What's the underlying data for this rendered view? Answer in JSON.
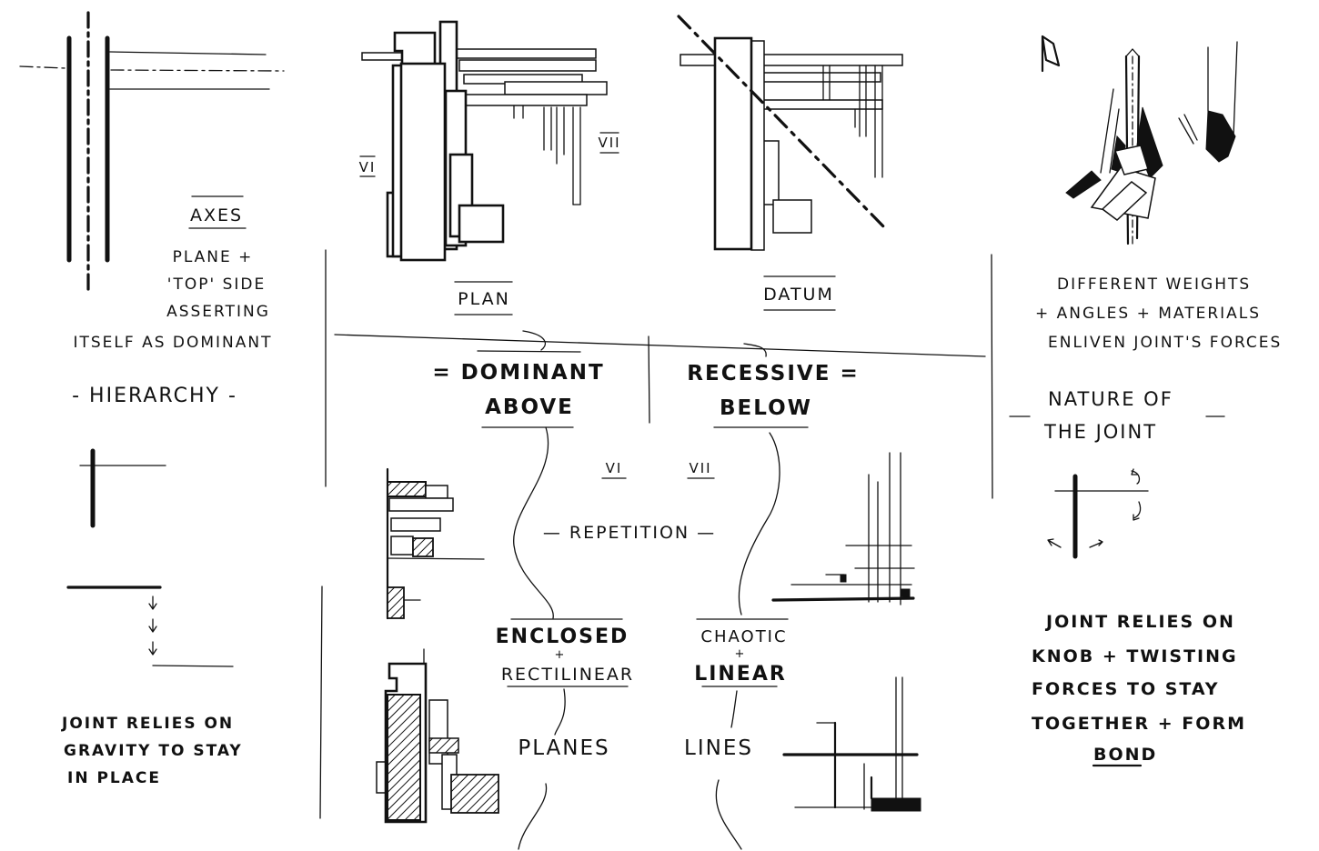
{
  "left": {
    "axes_heading": "AXES",
    "axes_lines": [
      "PLANE +",
      "'TOP' SIDE",
      "ASSERTING",
      "ITSELF AS DOMINANT"
    ],
    "hierarchy": "- HIERARCHY -",
    "gravity_lines": [
      "JOINT RELIES ON",
      "GRAVITY TO STAY",
      "IN PLACE"
    ]
  },
  "center": {
    "label_plan": "PLAN",
    "label_datum": "DATUM",
    "roman_six": "VI",
    "roman_seven": "VII",
    "dominant_lines": [
      "= DOMINANT",
      "ABOVE"
    ],
    "recessive_lines": [
      "RECESSIVE =",
      "BELOW"
    ],
    "mid_roman_six": "VI",
    "mid_roman_seven": "VII",
    "repetition": "— REPETITION —",
    "enclosed": "ENCLOSED",
    "plus_left": "+",
    "rectilinear": "RECTILINEAR",
    "chaotic": "CHAOTIC",
    "plus_right": "+",
    "linear": "LINEAR",
    "planes": "PLANES",
    "lines": "LINES"
  },
  "right": {
    "weights_lines": [
      "DIFFERENT WEIGHTS",
      "+ ANGLES + MATERIALS",
      "ENLIVEN JOINT'S FORCES"
    ],
    "nature_lines": [
      "NATURE OF",
      "THE JOINT"
    ],
    "knob_lines": [
      "JOINT RELIES ON",
      "KNOB + TWISTING",
      "FORCES TO STAY",
      "TOGETHER + FORM"
    ],
    "bond": "BOND"
  }
}
